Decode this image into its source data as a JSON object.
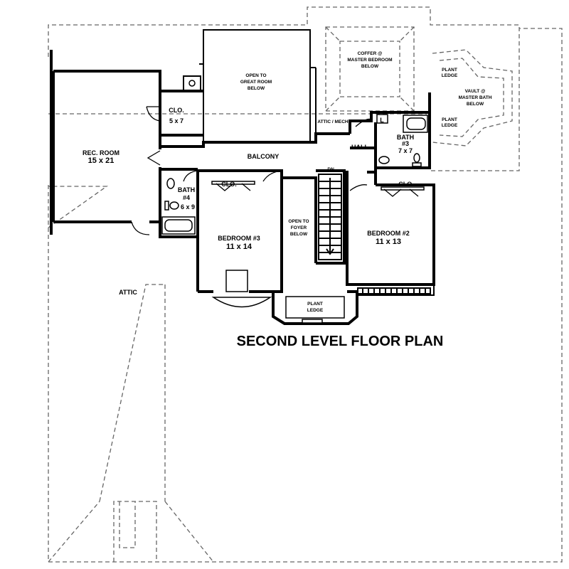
{
  "title": "SECOND LEVEL FLOOR PLAN",
  "rooms": {
    "coffer": [
      "COFFER @",
      "MASTER BEDROOM",
      "BELOW"
    ],
    "open_great": [
      "OPEN TO",
      "GREAT ROOM",
      "BELOW"
    ],
    "plant_ledge_top": [
      "PLANT",
      "LEDGE"
    ],
    "vault": [
      "VAULT @",
      "MASTER BATH",
      "BELOW"
    ],
    "plant_ledge_side": [
      "PLANT",
      "LEDGE"
    ],
    "clo_5x7": [
      "CLO.",
      "5 x 7"
    ],
    "attic_mech": "ATTIC / MECH",
    "l_closet": "L",
    "bath3": [
      "BATH",
      "#3",
      "7 x 7"
    ],
    "rec_room": [
      "REC. ROOM",
      "15 x 21"
    ],
    "balcony": "BALCONY",
    "hall": "HALL",
    "dn": "DN.",
    "bath4": [
      "BATH",
      "#4",
      "6 x 9"
    ],
    "clo_bed3": "CLO.",
    "clo_bed2": "CLO.",
    "open_foyer": [
      "OPEN TO",
      "FOYER",
      "BELOW"
    ],
    "bedroom3": [
      "BEDROOM #3",
      "11 x 14"
    ],
    "bedroom2": [
      "BEDROOM #2",
      "11 x 13"
    ],
    "attic": "ATTIC",
    "plant_ledge_bottom": [
      "PLANT",
      "LEDGE"
    ]
  }
}
